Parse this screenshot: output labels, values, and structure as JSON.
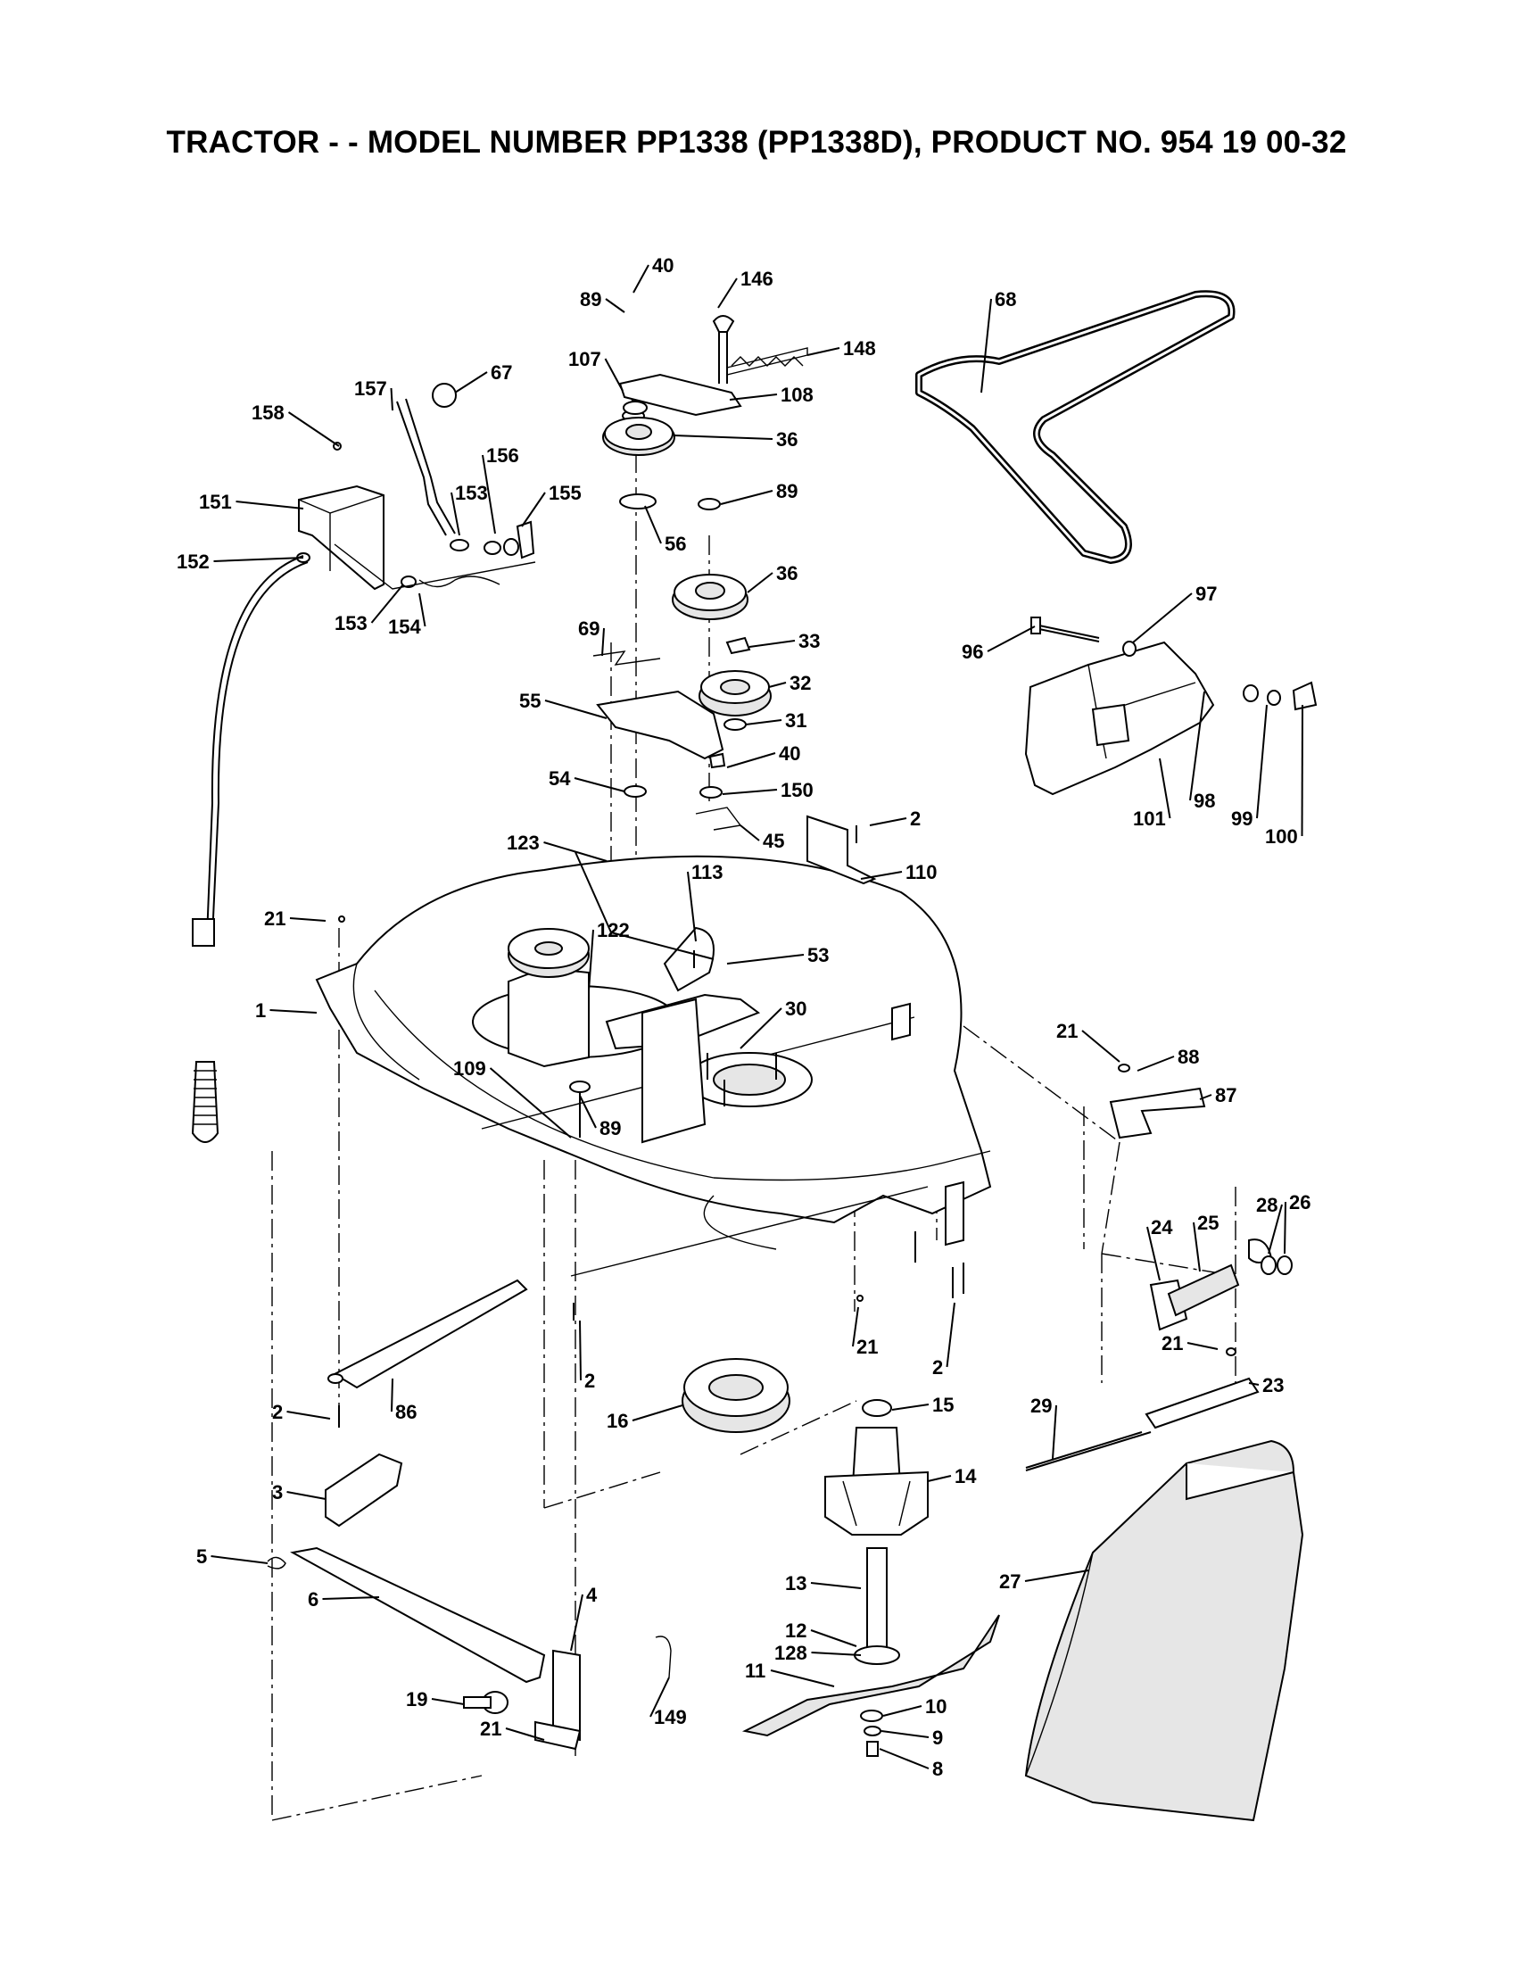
{
  "title": "TRACTOR - - MODEL NUMBER PP1338 (PP1338D), PRODUCT NO. 954 19 00-32",
  "part_labels": [
    {
      "id": "p40a",
      "text": "40"
    },
    {
      "id": "p146",
      "text": "146"
    },
    {
      "id": "p89a",
      "text": "89"
    },
    {
      "id": "p148",
      "text": "148"
    },
    {
      "id": "p68",
      "text": "68"
    },
    {
      "id": "p107",
      "text": "107"
    },
    {
      "id": "p108",
      "text": "108"
    },
    {
      "id": "p157",
      "text": "157"
    },
    {
      "id": "p67",
      "text": "67"
    },
    {
      "id": "p158",
      "text": "158"
    },
    {
      "id": "p36a",
      "text": "36"
    },
    {
      "id": "p156",
      "text": "156"
    },
    {
      "id": "p151",
      "text": "151"
    },
    {
      "id": "p153a",
      "text": "153"
    },
    {
      "id": "p155",
      "text": "155"
    },
    {
      "id": "p89b",
      "text": "89"
    },
    {
      "id": "p56",
      "text": "56"
    },
    {
      "id": "p152",
      "text": "152"
    },
    {
      "id": "p36b",
      "text": "36"
    },
    {
      "id": "p153b",
      "text": "153"
    },
    {
      "id": "p154",
      "text": "154"
    },
    {
      "id": "p97",
      "text": "97"
    },
    {
      "id": "p69",
      "text": "69"
    },
    {
      "id": "p33",
      "text": "33"
    },
    {
      "id": "p96",
      "text": "96"
    },
    {
      "id": "p55",
      "text": "55"
    },
    {
      "id": "p32",
      "text": "32"
    },
    {
      "id": "p31",
      "text": "31"
    },
    {
      "id": "p40b",
      "text": "40"
    },
    {
      "id": "p54",
      "text": "54"
    },
    {
      "id": "p150",
      "text": "150"
    },
    {
      "id": "p101",
      "text": "101"
    },
    {
      "id": "p98",
      "text": "98"
    },
    {
      "id": "p99",
      "text": "99"
    },
    {
      "id": "p100",
      "text": "100"
    },
    {
      "id": "p2a",
      "text": "2"
    },
    {
      "id": "p45",
      "text": "45"
    },
    {
      "id": "p123",
      "text": "123"
    },
    {
      "id": "p110",
      "text": "110"
    },
    {
      "id": "p113",
      "text": "113"
    },
    {
      "id": "p21a",
      "text": "21"
    },
    {
      "id": "p122",
      "text": "122"
    },
    {
      "id": "p53",
      "text": "53"
    },
    {
      "id": "p1",
      "text": "1"
    },
    {
      "id": "p30",
      "text": "30"
    },
    {
      "id": "p21b",
      "text": "21"
    },
    {
      "id": "p88",
      "text": "88"
    },
    {
      "id": "p109",
      "text": "109"
    },
    {
      "id": "p87",
      "text": "87"
    },
    {
      "id": "p89c",
      "text": "89"
    },
    {
      "id": "p28",
      "text": "28"
    },
    {
      "id": "p26",
      "text": "26"
    },
    {
      "id": "p24",
      "text": "24"
    },
    {
      "id": "p25",
      "text": "25"
    },
    {
      "id": "p21c",
      "text": "21"
    },
    {
      "id": "p2b",
      "text": "2"
    },
    {
      "id": "p21d",
      "text": "21"
    },
    {
      "id": "p2c",
      "text": "2"
    },
    {
      "id": "p23",
      "text": "23"
    },
    {
      "id": "p2d",
      "text": "2"
    },
    {
      "id": "p86",
      "text": "86"
    },
    {
      "id": "p16",
      "text": "16"
    },
    {
      "id": "p15",
      "text": "15"
    },
    {
      "id": "p29",
      "text": "29"
    },
    {
      "id": "p14",
      "text": "14"
    },
    {
      "id": "p3",
      "text": "3"
    },
    {
      "id": "p5",
      "text": "5"
    },
    {
      "id": "p6",
      "text": "6"
    },
    {
      "id": "p13",
      "text": "13"
    },
    {
      "id": "p27",
      "text": "27"
    },
    {
      "id": "p4",
      "text": "4"
    },
    {
      "id": "p12",
      "text": "12"
    },
    {
      "id": "p128",
      "text": "128"
    },
    {
      "id": "p11",
      "text": "11"
    },
    {
      "id": "p19",
      "text": "19"
    },
    {
      "id": "p10",
      "text": "10"
    },
    {
      "id": "p149",
      "text": "149"
    },
    {
      "id": "p21e",
      "text": "21"
    },
    {
      "id": "p9",
      "text": "9"
    },
    {
      "id": "p8",
      "text": "8"
    }
  ]
}
